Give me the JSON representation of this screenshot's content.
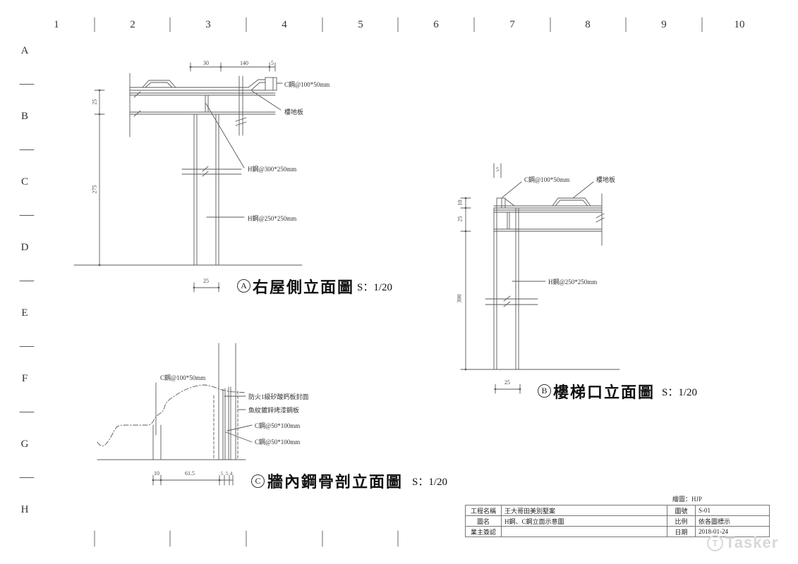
{
  "grid": {
    "columns": [
      "1",
      "2",
      "3",
      "4",
      "5",
      "6",
      "7",
      "8",
      "9",
      "10"
    ],
    "rows": [
      "A",
      "B",
      "C",
      "D",
      "E",
      "F",
      "G",
      "H"
    ]
  },
  "drawings": {
    "a": {
      "badge": "A",
      "title": "右屋側立面圖",
      "scale": "S：1/20",
      "dim_30": "30",
      "dim_140": "140",
      "dim_5": "5",
      "dim_25": "25",
      "dim_275": "275",
      "dim_25_bottom": "25",
      "label_c_steel": "C鋼@100*50mm",
      "label_floor_deck": "樓地板",
      "label_h300": "H鋼@300*250mm",
      "label_h250": "H鋼@250*250mm"
    },
    "b": {
      "badge": "B",
      "title": "樓梯口立面圖",
      "scale": "S：1/20",
      "dim_5": "5",
      "dim_10": "10",
      "dim_25": "25",
      "dim_300": "300",
      "dim_25_bottom": "25",
      "label_c_steel": "C鋼@100*50mm",
      "label_floor_deck": "樓地板",
      "label_h250": "H鋼@250*250mm"
    },
    "c": {
      "badge": "C",
      "title": "牆內鋼骨剖立面圖",
      "scale": "S：1/20",
      "dim_10": "10",
      "dim_61_5": "61.5",
      "dim_5a": "5",
      "dim_5b": "5",
      "dim_4": "4",
      "label_c100": "C鋼@100*50mm",
      "label_fireboard": "防火1級矽酸鈣板封面",
      "label_steel_sheet": "魚紋鍍鋅烤漆鋼板",
      "label_c50_a": "C鋼@50*100mm",
      "label_c50_b": "C鋼@50*100mm"
    }
  },
  "title_block": {
    "drawn_by": "繪圖：HJP",
    "rows": [
      {
        "label": "工程名稱",
        "value": "王大哥田美別墅案",
        "label2": "圖號",
        "value2": "S-01"
      },
      {
        "label": "圖名",
        "value": "H鋼、C鋼立面示意圖",
        "label2": "比例",
        "value2": "依各圖標示"
      },
      {
        "label": "業主簽認",
        "value": "",
        "label2": "日期",
        "value2": "2018-01-24"
      }
    ]
  },
  "watermark": {
    "logo_letter": "T",
    "text": "Tasker"
  },
  "colors": {
    "line": "#5a5a5a",
    "text": "#333333",
    "watermark": "#d8d8d8"
  }
}
